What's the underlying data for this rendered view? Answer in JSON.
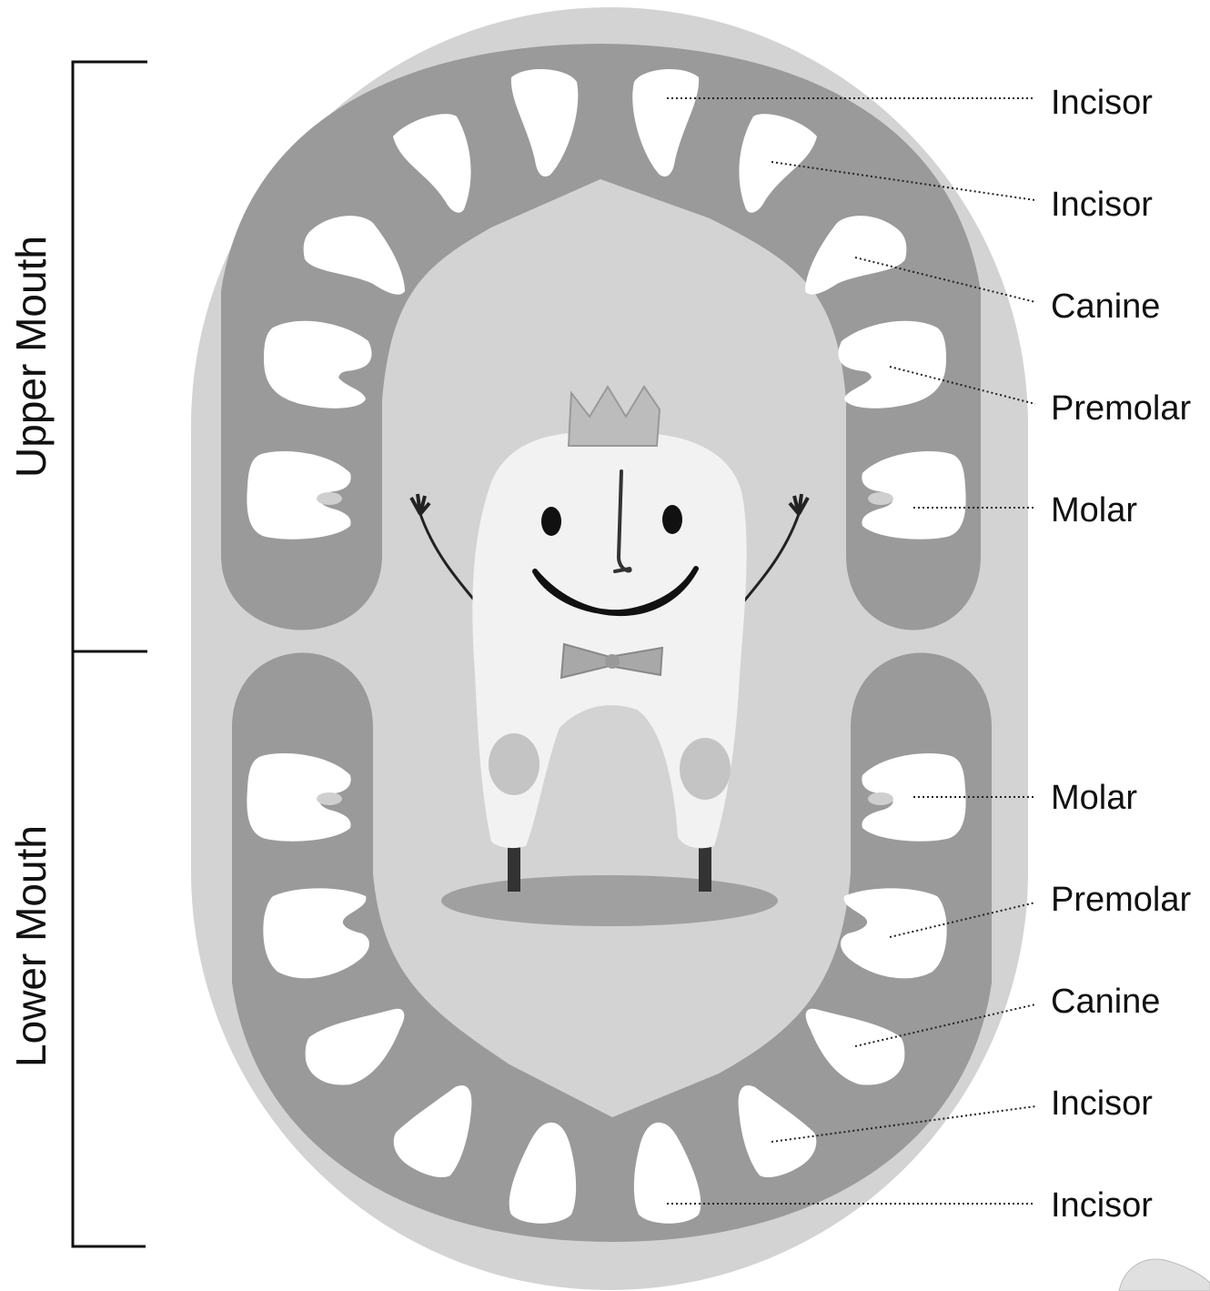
{
  "sections": {
    "upper": "Upper Mouth",
    "lower": "Lower Mouth"
  },
  "upper_labels": [
    "Incisor",
    "Incisor",
    "Canine",
    "Premolar",
    "Molar"
  ],
  "lower_labels": [
    "Molar",
    "Premolar",
    "Canine",
    "Incisor",
    "Incisor"
  ],
  "colors": {
    "outer": "#d3d3d3",
    "gum": "#9a9a9a",
    "palate": "#d3d3d3",
    "tooth": "#ffffff",
    "character": "#f2f2f2"
  }
}
